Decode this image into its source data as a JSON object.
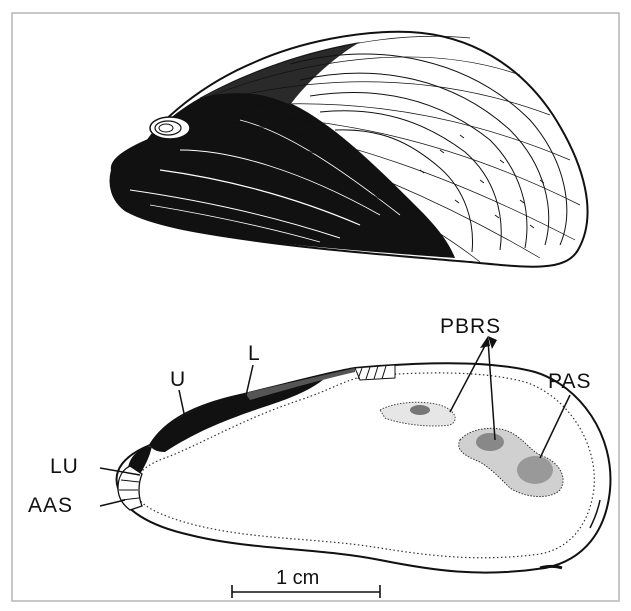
{
  "figure": {
    "labels": {
      "u": "U",
      "l": "L",
      "lu": "LU",
      "aas": "AAS",
      "pbrs": "PBRS",
      "pas": "PAS"
    },
    "scale_bar": "1 cm"
  },
  "colors": {
    "ink": "#111111",
    "paper": "#ffffff",
    "frame": "#b5b5b5"
  }
}
